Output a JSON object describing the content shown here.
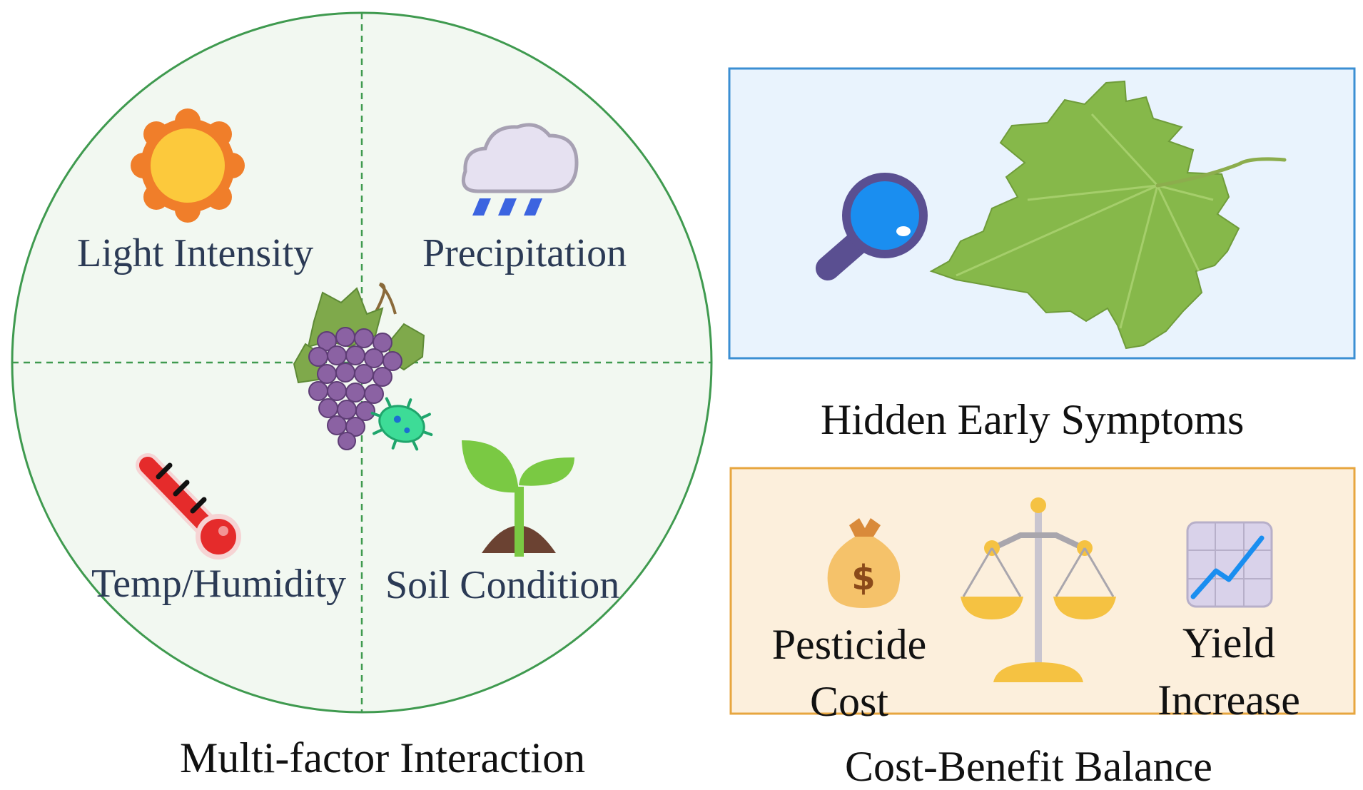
{
  "multi_factor": {
    "caption": "Multi-factor Interaction",
    "quadrants": {
      "light": "Light Intensity",
      "precipitation": "Precipitation",
      "temp": "Temp/Humidity",
      "soil": "Soil Condition"
    }
  },
  "hidden_symptoms": {
    "caption": "Hidden Early Symptoms"
  },
  "cost_benefit": {
    "caption": "Cost-Benefit Balance",
    "left_line1": "Pesticide",
    "left_line2": "Cost",
    "right_line1": "Yield",
    "right_line2": "Increase"
  },
  "colors": {
    "circle_fill": "#f2f8f1",
    "circle_stroke": "#3f9a4f",
    "symptoms_fill": "#e9f3fd",
    "symptoms_stroke": "#3b8fd3",
    "cost_fill": "#fcefdc",
    "cost_stroke": "#e7a63f"
  },
  "icons": [
    "sun-icon",
    "rain-cloud-icon",
    "thermometer-icon",
    "sprout-icon",
    "grape-cluster-icon",
    "pathogen-icon",
    "magnifier-icon",
    "grape-leaf-icon",
    "money-bag-icon",
    "balance-scale-icon",
    "growth-chart-icon"
  ]
}
